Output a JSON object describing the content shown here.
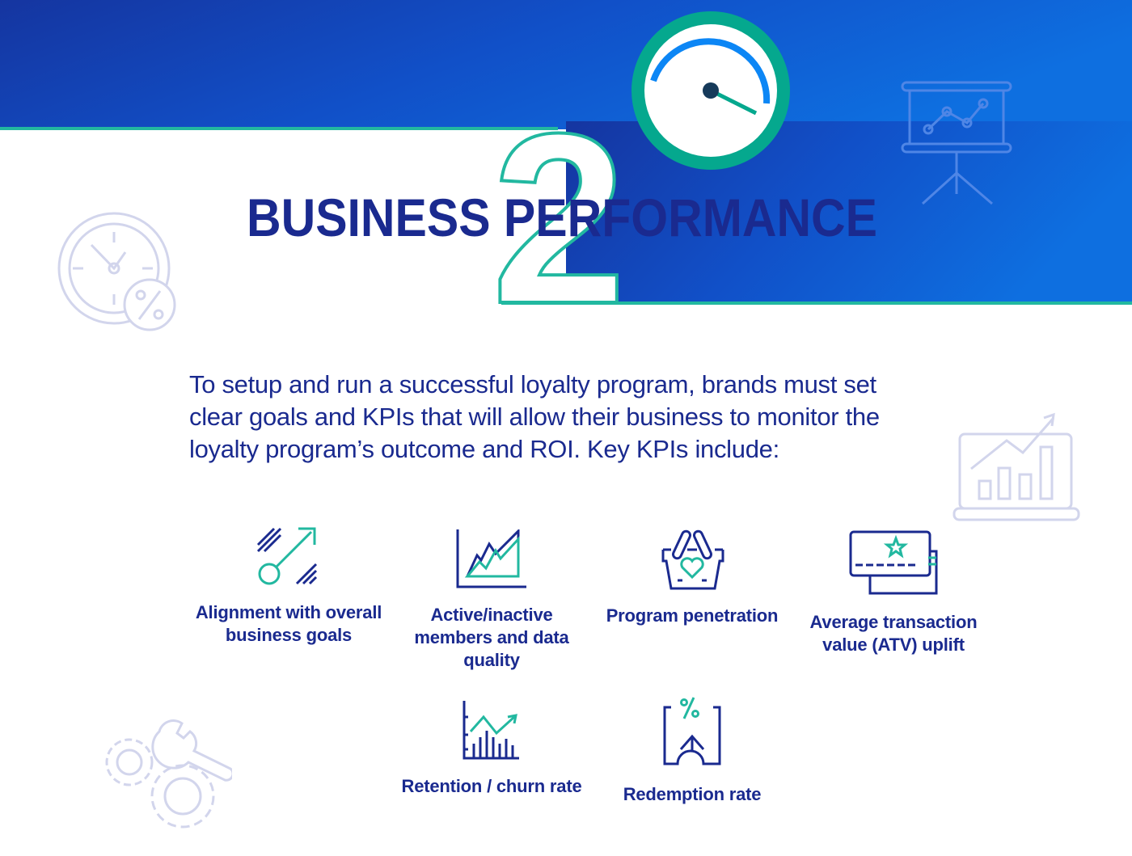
{
  "header": {
    "number": "2",
    "title": "BUSINESS PERFORMANCE"
  },
  "intro": {
    "lines": [
      "To setup and run a successful loyalty program, brands must set",
      "clear goals and KPIs that will allow their business to monitor the",
      "loyalty program’s outcome and ROI. Key KPIs include:"
    ]
  },
  "kpis": [
    {
      "icon": "target-arrow-icon",
      "label": "Alignment with overall business goals"
    },
    {
      "icon": "area-chart-icon",
      "label": "Active/inactive members and data quality"
    },
    {
      "icon": "basket-heart-icon",
      "label": "Program penetration"
    },
    {
      "icon": "loyalty-card-icon",
      "label": "Average transaction value (ATV) uplift"
    },
    {
      "icon": "bar-trend-chart-icon",
      "label": "Retention / churn rate"
    },
    {
      "icon": "redemption-percent-icon",
      "label": "Redemption rate"
    }
  ],
  "colors": {
    "navy": "#1a2a8f",
    "teal": "#22b8a0",
    "blue_start": "#1535a0",
    "blue_end": "#0e6fe0",
    "decor": "#d2d5ec"
  }
}
